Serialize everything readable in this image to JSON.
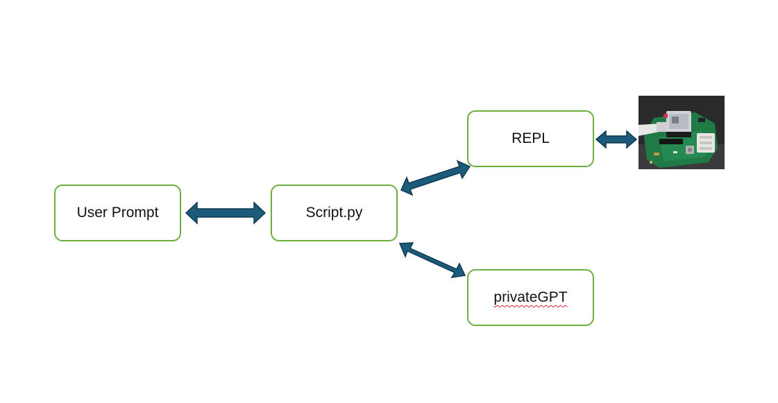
{
  "diagram": {
    "nodes": {
      "user_prompt": "User Prompt",
      "script": "Script.py",
      "repl": "REPL",
      "private_gpt": "privateGPT"
    },
    "edges": [
      {
        "from": "user_prompt",
        "to": "script",
        "direction": "bidirectional"
      },
      {
        "from": "script",
        "to": "repl",
        "direction": "bidirectional"
      },
      {
        "from": "script",
        "to": "private_gpt",
        "direction": "bidirectional"
      },
      {
        "from": "repl",
        "to": "board_photo",
        "direction": "bidirectional"
      }
    ],
    "colors": {
      "node_border": "#6aaf3d",
      "arrow_fill": "#1b5a7a",
      "arrow_stroke": "#0f3a50"
    }
  }
}
